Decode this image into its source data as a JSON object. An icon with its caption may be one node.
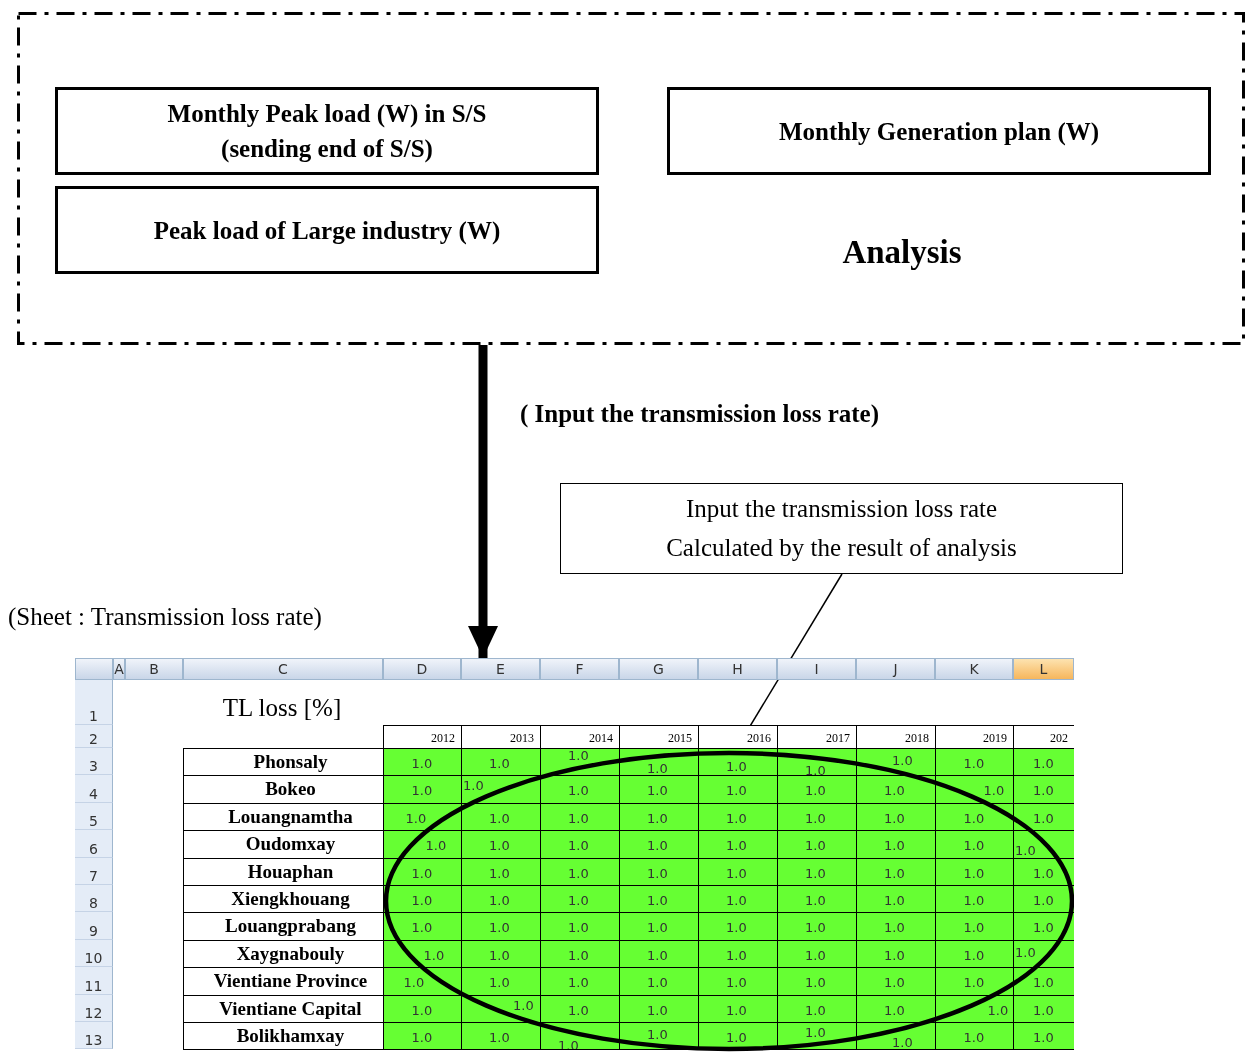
{
  "diagram": {
    "nodes": [
      {
        "text": [
          "Analysis"
        ]
      },
      {
        "text": [
          "Monthly Peak load (W) in S/S (sending end of S/S)"
        ],
        "in": 0
      },
      {
        "text": [
          "Peak load of Large industry (W)"
        ],
        "in": 0
      },
      {
        "text": [
          "Monthly Generation plan (W)"
        ],
        "in": 0
      },
      {
        "text": [
          "Input the transmission loss rate",
          "Calculated by the result of analysis"
        ]
      },
      {
        "text": [],
        "shape": "box"
      },
      {
        "text": [],
        "shape": "ellipse",
        "in": 5
      }
    ],
    "edges": [
      {
        "from": 0,
        "to": 5,
        "arrow": "to",
        "style": "thick",
        "label": "( Input the transmission loss rate)"
      },
      {
        "from": 4,
        "to": 6,
        "arrow": "to"
      }
    ],
    "labels": [
      "(Sheet : Transmission loss rate)",
      "A",
      "B",
      "C",
      "D",
      "E",
      "F",
      "G",
      "H",
      "I",
      "J",
      "K",
      "L",
      "1",
      "TL loss [%]",
      "2",
      "2012",
      "2013",
      "2014",
      "2015",
      "2016",
      "2017",
      "2018",
      "2019",
      "202",
      "3",
      "Phonsaly",
      "1.0",
      "1.0",
      "1.0",
      "1.0",
      "1.0",
      "1.0",
      "1.0",
      "1.0",
      "1.0",
      "4",
      "Bokeo",
      "1.0",
      "1.0",
      "1.0",
      "1.0",
      "1.0",
      "1.0",
      "1.0",
      "1.0",
      "1.0",
      "5",
      "Louangnamtha",
      "1.0",
      "1.0",
      "1.0",
      "1.0",
      "1.0",
      "1.0",
      "1.0",
      "1.0",
      "1.0",
      "6",
      "Oudomxay",
      "1.0",
      "1.0",
      "1.0",
      "1.0",
      "1.0",
      "1.0",
      "1.0",
      "1.0",
      "1.0",
      "7",
      "Houaphan",
      "1.0",
      "1.0",
      "1.0",
      "1.0",
      "1.0",
      "1.0",
      "1.0",
      "1.0",
      "1.0",
      "8",
      "Xiengkhouang",
      "1.0",
      "1.0",
      "1.0",
      "1.0",
      "1.0",
      "1.0",
      "1.0",
      "1.0",
      "1.0",
      "9",
      "Louangprabang",
      "1.0",
      "1.0",
      "1.0",
      "1.0",
      "1.0",
      "1.0",
      "1.0",
      "1.0",
      "1.0",
      "10",
      "Xaygnabouly",
      "1.0",
      "1.0",
      "1.0",
      "1.0",
      "1.0",
      "1.0",
      "1.0",
      "1.0",
      "1.0",
      "11",
      "Vientiane Province",
      "1.0",
      "1.0",
      "1.0",
      "1.0",
      "1.0",
      "1.0",
      "1.0",
      "1.0",
      "1.0",
      "12",
      "Vientiane Capital",
      "1.0",
      "1.0",
      "1.0",
      "1.0",
      "1.0",
      "1.0",
      "1.0",
      "1.0",
      "1.0",
      "13",
      "Bolikhamxay",
      "1.0",
      "1.0",
      "1.0",
      "1.0",
      "1.0",
      "1.0",
      "1.0",
      "1.0",
      "1.0"
    ]
  }
}
